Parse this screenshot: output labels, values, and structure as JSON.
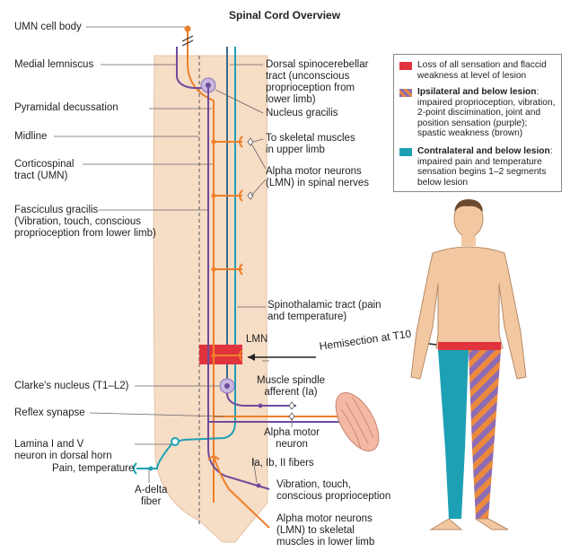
{
  "title": "Spinal Cord Overview",
  "labels": {
    "umn_cell_body": "UMN cell body",
    "medial_lemniscus": "Medial lemniscus",
    "pyramidal_decussation": "Pyramidal decussation",
    "midline": "Midline",
    "corticospinal": "Corticospinal\ntract (UMN)",
    "fasciculus_gracilis": "Fasciculus gracilis\n(Vibration, touch, conscious\nproprioception from lower limb)",
    "dorsal_spinocerebellar": "Dorsal spinocerebellar\ntract (unconscious\nproprioception from\nlower limb)",
    "nucleus_gracilis": "Nucleus gracilis",
    "skeletal_upper_limb": "To skeletal muscles\nin upper limb",
    "alpha_motor_spinal": "Alpha motor neurons\n(LMN) in spinal nerves",
    "spinothalamic": "Spinothalamic tract (pain\nand temperature)",
    "lmn": "LMN",
    "hemisection": "Hemisection at T10",
    "clarkes_nucleus": "Clarke's nucleus (T1–L2)",
    "muscle_spindle": "Muscle spindle\nafferent (Ia)",
    "reflex_synapse": "Reflex synapse",
    "alpha_motor_neuron": "Alpha motor\nneuron",
    "lamina": "Lamina I and V\nneuron in dorsal horn",
    "pain_temp": "Pain, temperature",
    "a_delta": "A-delta\nfiber",
    "fibers": "Ia, Ib, II fibers",
    "vibration": "Vibration, touch,\nconscious proprioception",
    "alpha_lower_limb": "Alpha motor neurons\n(LMN) to skeletal\nmuscles in lower limb"
  },
  "legend": {
    "items": [
      {
        "bold": "",
        "text": "Loss of all sensation and flaccid\nweakness at level of lesion",
        "color": "#e0333c"
      },
      {
        "bold": "Ipsilateral and below lesion",
        "text": ":\nimpaired proprioception, vibration,\n2-point discimination, joint and\nposition sensation (purple);\nspastic weakness (brown)",
        "color": "striped"
      },
      {
        "bold": "Contralateral and below lesion",
        "text": ":\nimpaired pain and temperature\nsensation begins 1–2 segments\nbelow lesion",
        "color": "#1ea0b4"
      }
    ]
  },
  "colors": {
    "cord": "#f6ddc6",
    "orange": "#ee7f2a",
    "purple": "#6e4b9c",
    "teal": "#1ea0b4",
    "red": "#e0333c",
    "skin": "#f2c8a2"
  }
}
